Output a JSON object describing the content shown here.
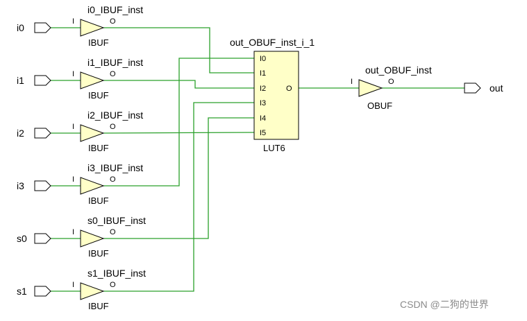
{
  "inputs": [
    {
      "port": "i0",
      "inst": "i0_IBUF_inst",
      "type": "IBUF",
      "pin_in": "I",
      "pin_out": "O"
    },
    {
      "port": "i1",
      "inst": "i1_IBUF_inst",
      "type": "IBUF",
      "pin_in": "I",
      "pin_out": "O"
    },
    {
      "port": "i2",
      "inst": "i2_IBUF_inst",
      "type": "IBUF",
      "pin_in": "I",
      "pin_out": "O"
    },
    {
      "port": "i3",
      "inst": "i3_IBUF_inst",
      "type": "IBUF",
      "pin_in": "I",
      "pin_out": "O"
    },
    {
      "port": "s0",
      "inst": "s0_IBUF_inst",
      "type": "IBUF",
      "pin_in": "I",
      "pin_out": "O"
    },
    {
      "port": "s1",
      "inst": "s1_IBUF_inst",
      "type": "IBUF",
      "pin_in": "I",
      "pin_out": "O"
    }
  ],
  "lut": {
    "inst": "out_OBUF_inst_i_1",
    "type": "LUT6",
    "pins": [
      "I0",
      "I1",
      "I2",
      "I3",
      "I4",
      "I5"
    ],
    "out_pin": "O"
  },
  "obuf": {
    "inst": "out_OBUF_inst",
    "type": "OBUF",
    "pin_in": "I",
    "pin_out": "O"
  },
  "output_port": "out",
  "watermark": "CSDN @二狗的世界",
  "colors": {
    "wire": "#2aa02a",
    "cell_fill": "#ffffc8",
    "stroke": "#000000"
  }
}
